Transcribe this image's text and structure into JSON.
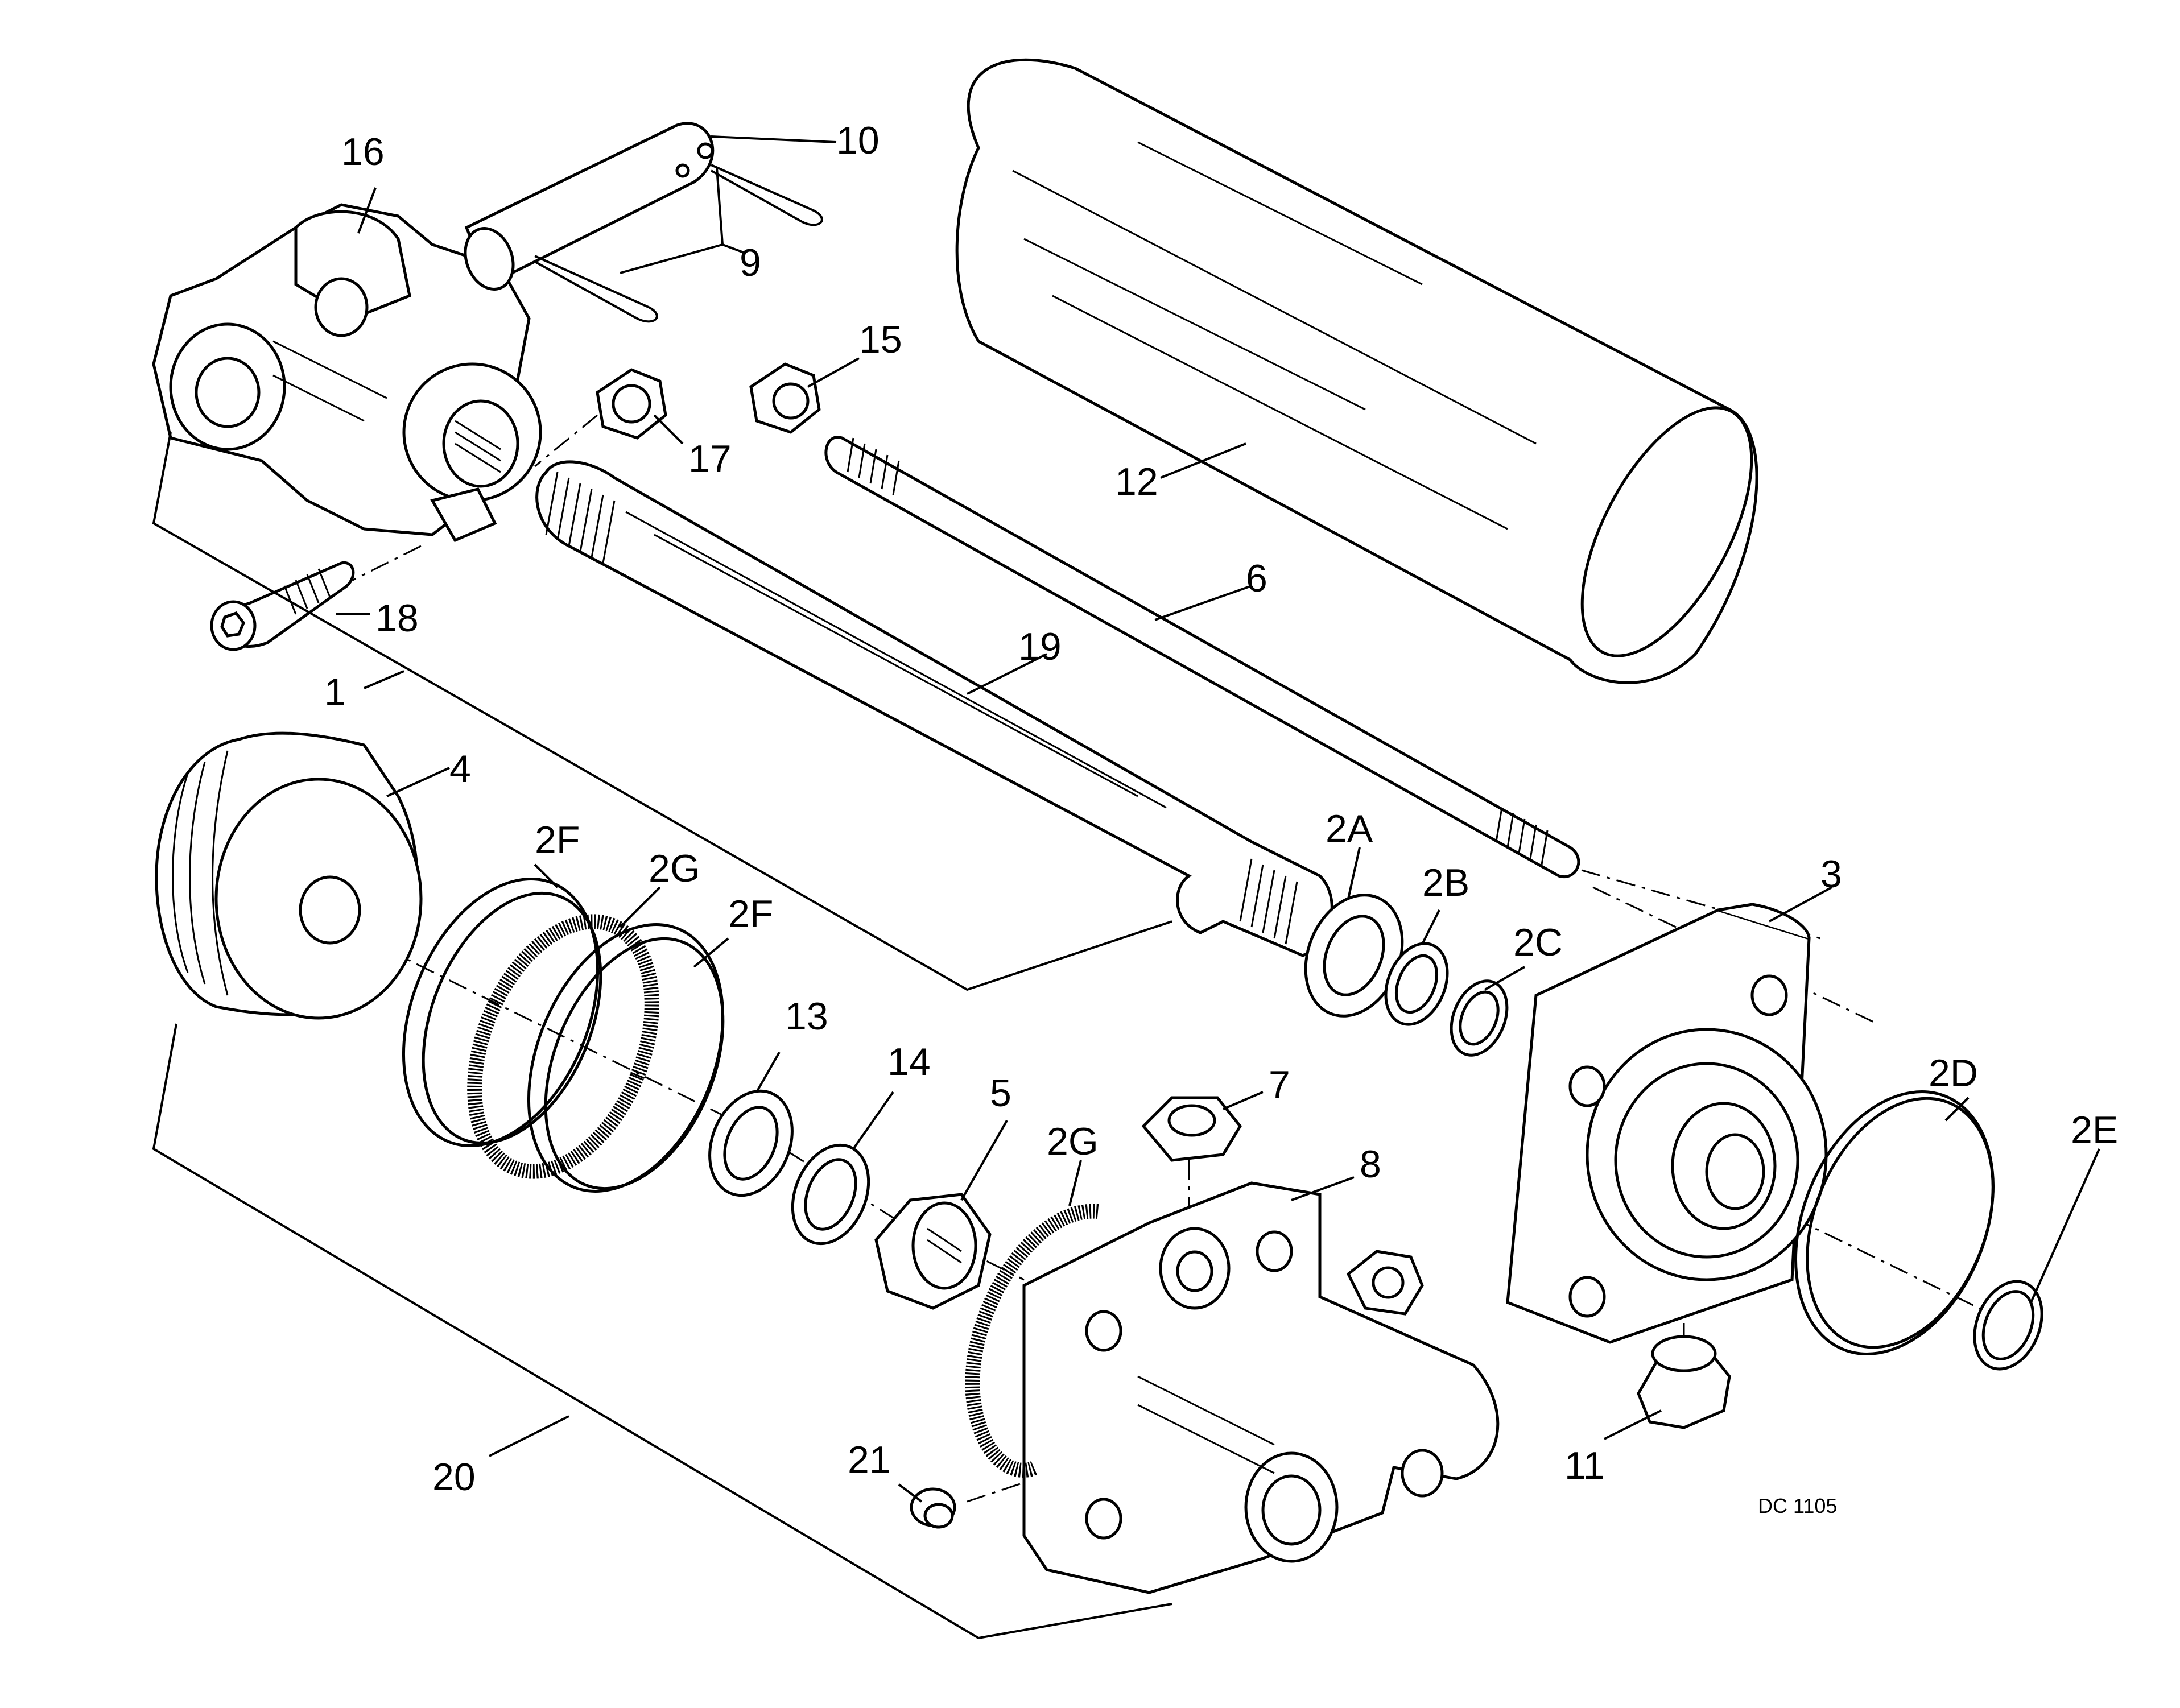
{
  "diagram": {
    "drawing_code": "DC 1105",
    "labels": {
      "p1": "1",
      "p2A": "2A",
      "p2B": "2B",
      "p2C": "2C",
      "p2D": "2D",
      "p2E": "2E",
      "p2F_a": "2F",
      "p2F_b": "2F",
      "p2G_a": "2G",
      "p2G_b": "2G",
      "p3": "3",
      "p4": "4",
      "p5": "5",
      "p6": "6",
      "p7": "7",
      "p8": "8",
      "p9": "9",
      "p10": "10",
      "p11": "11",
      "p12": "12",
      "p13": "13",
      "p14": "14",
      "p15": "15",
      "p16": "16",
      "p17": "17",
      "p18": "18",
      "p19": "19",
      "p20": "20",
      "p21": "21"
    }
  }
}
